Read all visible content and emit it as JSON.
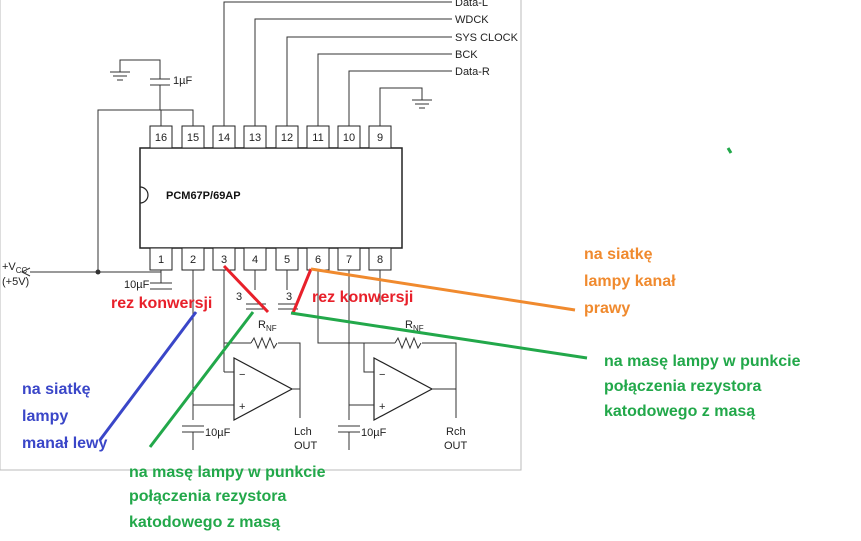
{
  "diagram": {
    "chip_label": "PCM67P/69AP",
    "top_pins": [
      "16",
      "15",
      "14",
      "13",
      "12",
      "11",
      "10",
      "9"
    ],
    "bottom_pins": [
      "1",
      "2",
      "3",
      "4",
      "5",
      "6",
      "7",
      "8"
    ],
    "signals": [
      "Data-L",
      "WDCK",
      "SYS CLOCK",
      "BCK",
      "Data-R"
    ],
    "vcc_label": "+V",
    "vcc_sub": "CC",
    "vcc_value": "(+5V)",
    "cap_1uf": "1µF",
    "cap_10uf_a": "10µF",
    "cap_10uf_b": "10µF",
    "cap_10uf_c": "10µF",
    "rnf_a": "R",
    "rnf_a_sub": "NF",
    "rnf_b": "R",
    "rnf_b_sub": "NF",
    "cap_small_a": "3",
    "cap_small_b": "3",
    "lch_out_1": "Lch",
    "lch_out_2": "OUT",
    "rch_out_1": "Rch",
    "rch_out_2": "OUT",
    "opamp_minus": "−",
    "opamp_plus": "+"
  },
  "annotations": {
    "rez_left": "rez konwersji",
    "rez_right": "rez konwersji",
    "siatka_prawy": [
      "na siatkę",
      "lampy kanał",
      "prawy"
    ],
    "masa_prawy": [
      "na masę lampy w punkcie",
      "połączenia rezystora",
      "katodowego z masą"
    ],
    "siatka_lewy": [
      "na siatkę",
      "lampy",
      "manał lewy"
    ],
    "masa_lewy": [
      "na masę lampy w punkcie",
      "połączenia rezystora",
      "katodowego z masą"
    ],
    "colors": {
      "red": "#e8202a",
      "orange": "#f08a2e",
      "green": "#22a84a",
      "blue": "#3a46c8"
    }
  }
}
